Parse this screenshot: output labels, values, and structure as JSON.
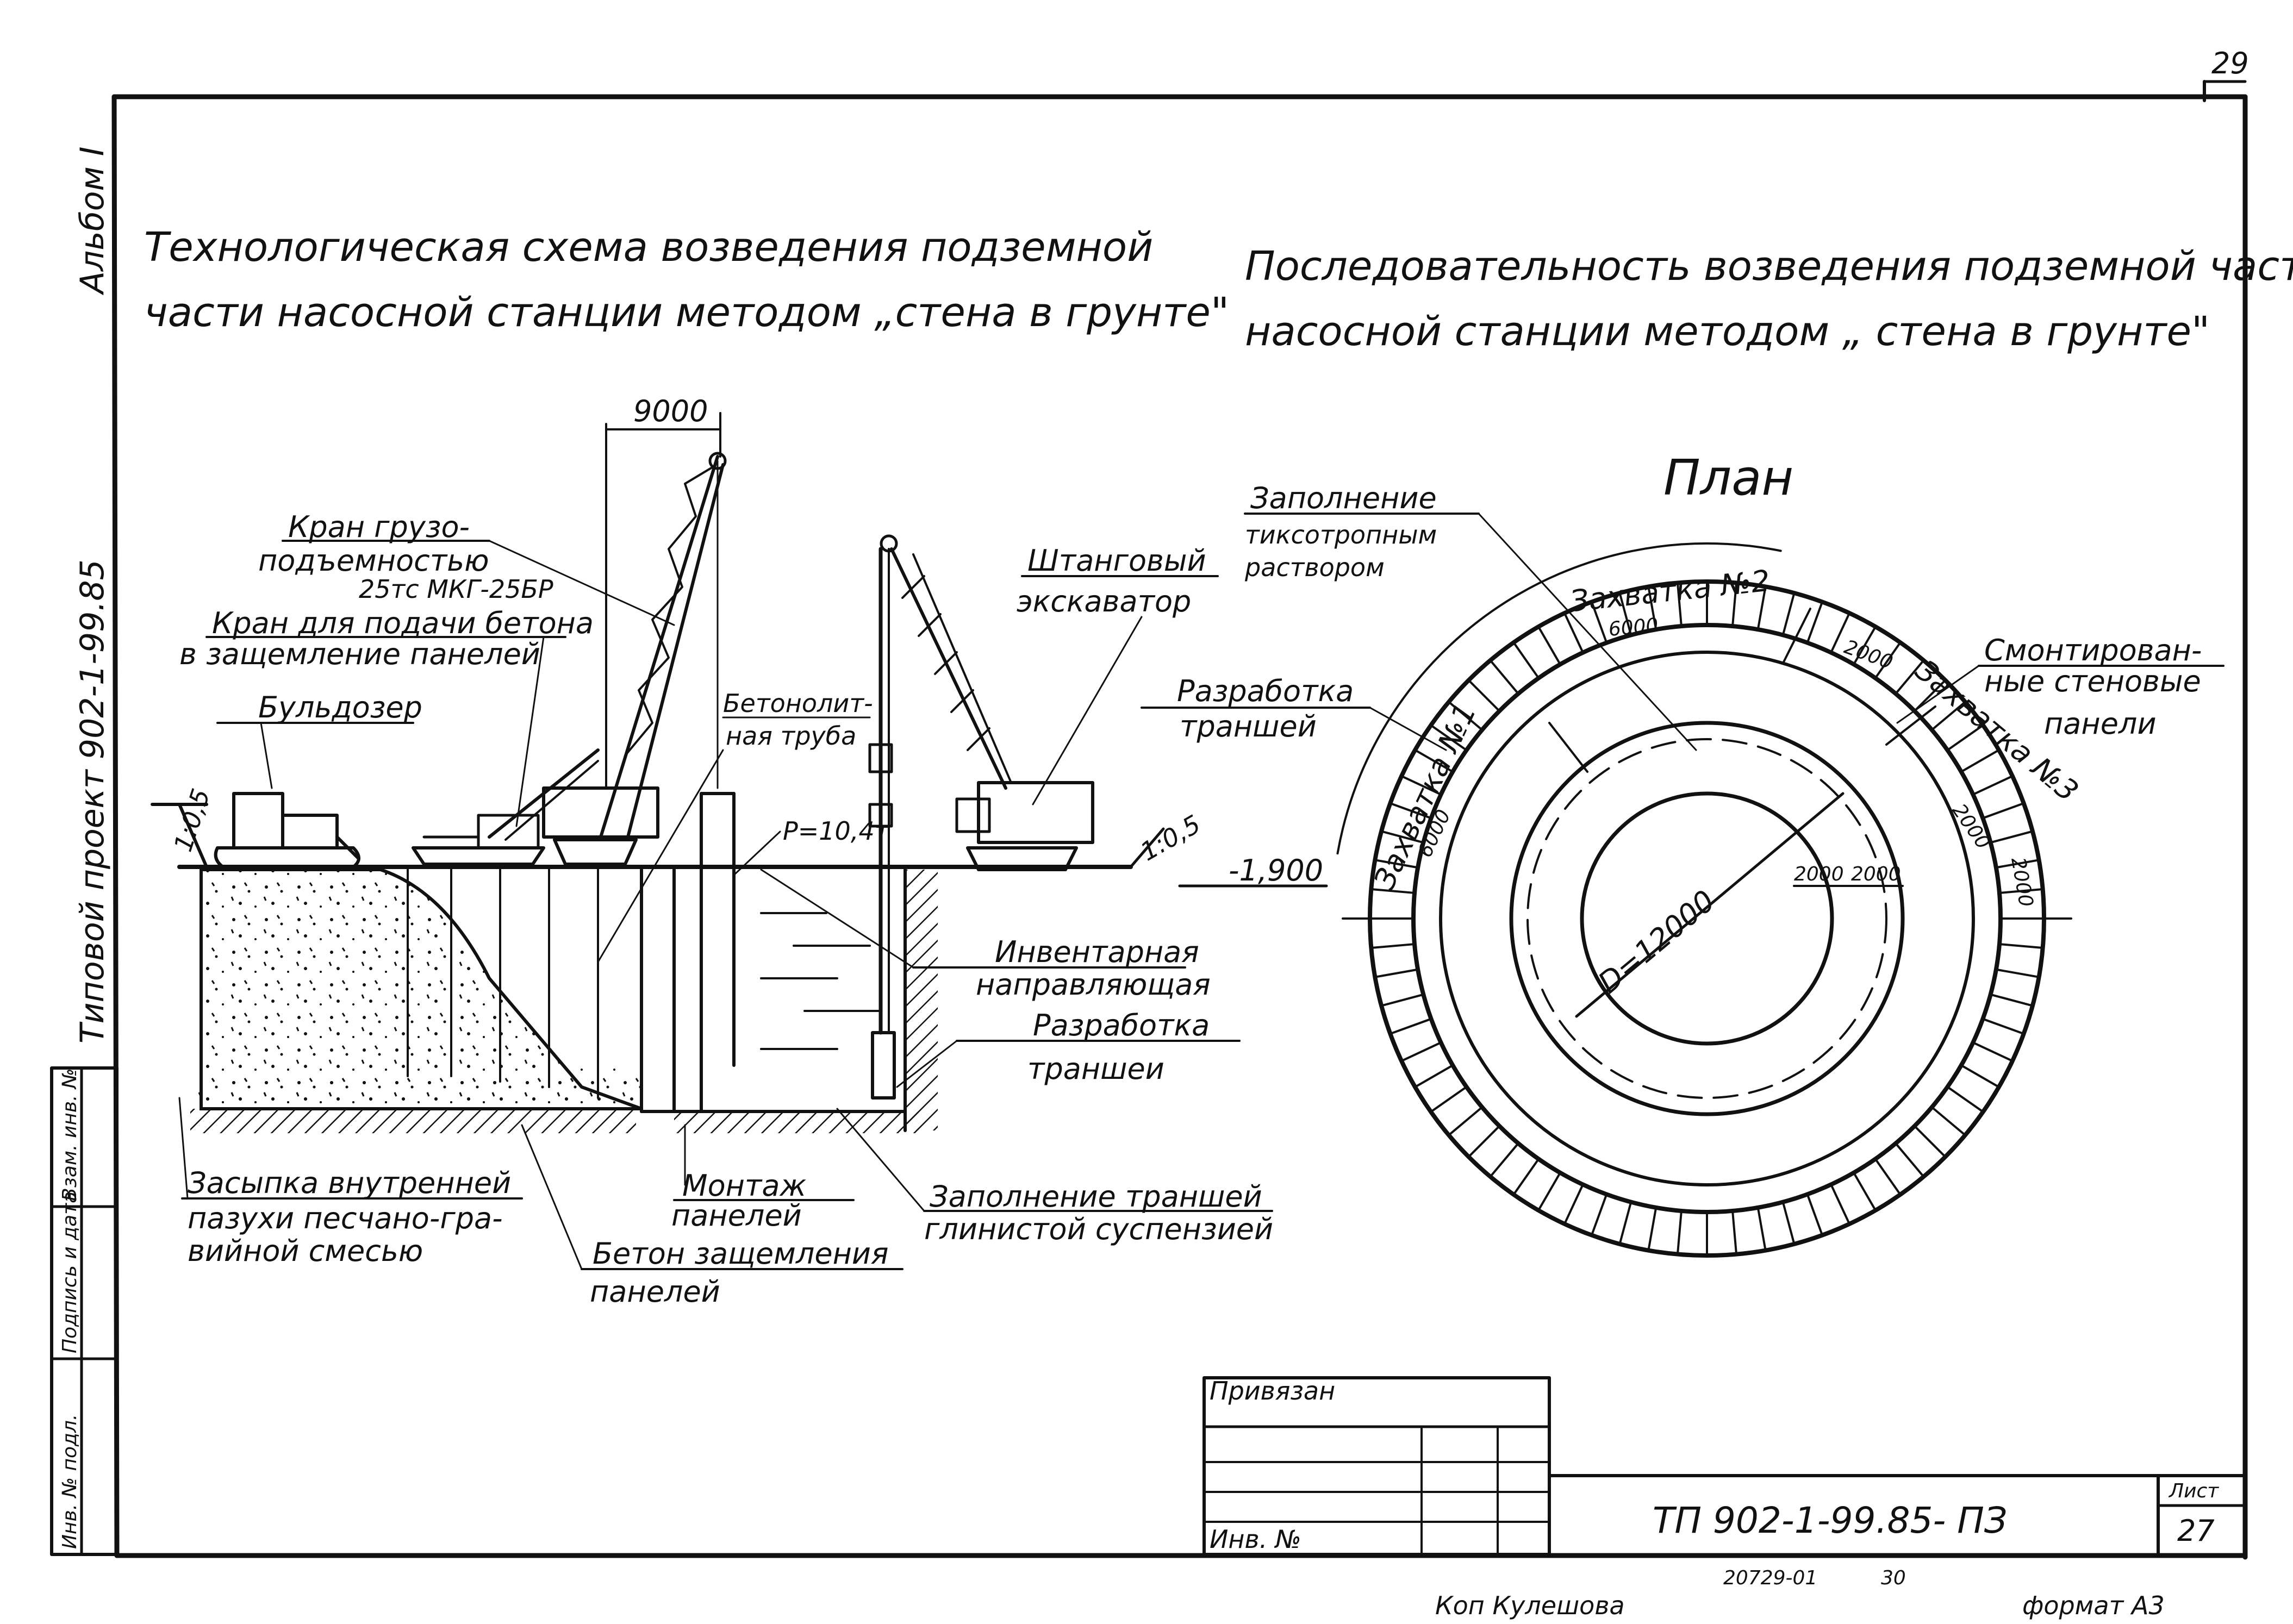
{
  "page_number": "29",
  "side_stamp": {
    "album": "Альбом I",
    "project": "Типовой проект 902-1-99.85",
    "columns": [
      "Инв. № подл.",
      "Подпись и дата",
      "Взам. инв. №"
    ]
  },
  "left_title": {
    "line1": "Технологическая схема возведения подземной",
    "line2": "части насосной станции методом „стена в грунте\""
  },
  "right_title": {
    "line1": "Последовательность возведения подземной части",
    "line2": "насосной станции методом „ стена в грунте\""
  },
  "section": {
    "dim_top": "9000",
    "crane_1": [
      "Кран грузо-",
      "подъемностью",
      "25тс МКГ-25БР"
    ],
    "crane_2": [
      "Кран для подачи бетона",
      "в защемление панелей"
    ],
    "bulldozer": "Бульдозер",
    "slope_left": "1:0,5",
    "concrete_pipe": [
      "Бетонолит-",
      "ная труба"
    ],
    "load": "Р=10,4т",
    "excavator": [
      "Штанговый",
      "экскаватор"
    ],
    "trench_dev_1": [
      "Разработка",
      "траншей"
    ],
    "slope_right": "1:0,5",
    "level": "-1,900",
    "guide": [
      "Инвентарная",
      "направляющая"
    ],
    "trench_dev_2": [
      "Разработка",
      "траншеи"
    ],
    "backfill": [
      "Засыпка внутренней",
      "пазухи песчано-гра-",
      "вийной смесью"
    ],
    "panel_mount": [
      "Монтаж",
      "панелей"
    ],
    "fill_trench": [
      "Заполнение траншей",
      "глинистой суспензией"
    ],
    "concrete_clamp": [
      "Бетон защемления",
      "панелей"
    ]
  },
  "plan": {
    "title": "План",
    "thixo": [
      "Заполнение",
      "тиксотропным",
      "раствором"
    ],
    "stage_1": "Захватка №1",
    "stage_2": "Захватка №2",
    "stage_3": "Захватка №3",
    "dim_6000_a": "6000",
    "dim_6000_b": "6000",
    "dim_2000_a": "2000",
    "dim_2000_b": "2000",
    "dim_2000_c": "2000",
    "dim_2000_d": "2000",
    "dim_2000_e": "2000",
    "diameter": "D=12000",
    "panels": [
      "Смонтирован-",
      "ные стеновые",
      "панели"
    ]
  },
  "stamp": {
    "bound": "Привязан",
    "inv": "Инв. №",
    "doc_code": "ТП 902-1-99.85- ПЗ",
    "sheet_label": "Лист",
    "sheet_number": "27",
    "order": "20729-01",
    "order_page": "30"
  },
  "footer": {
    "copied": "Коп Кулешова",
    "format": "формат А3"
  }
}
